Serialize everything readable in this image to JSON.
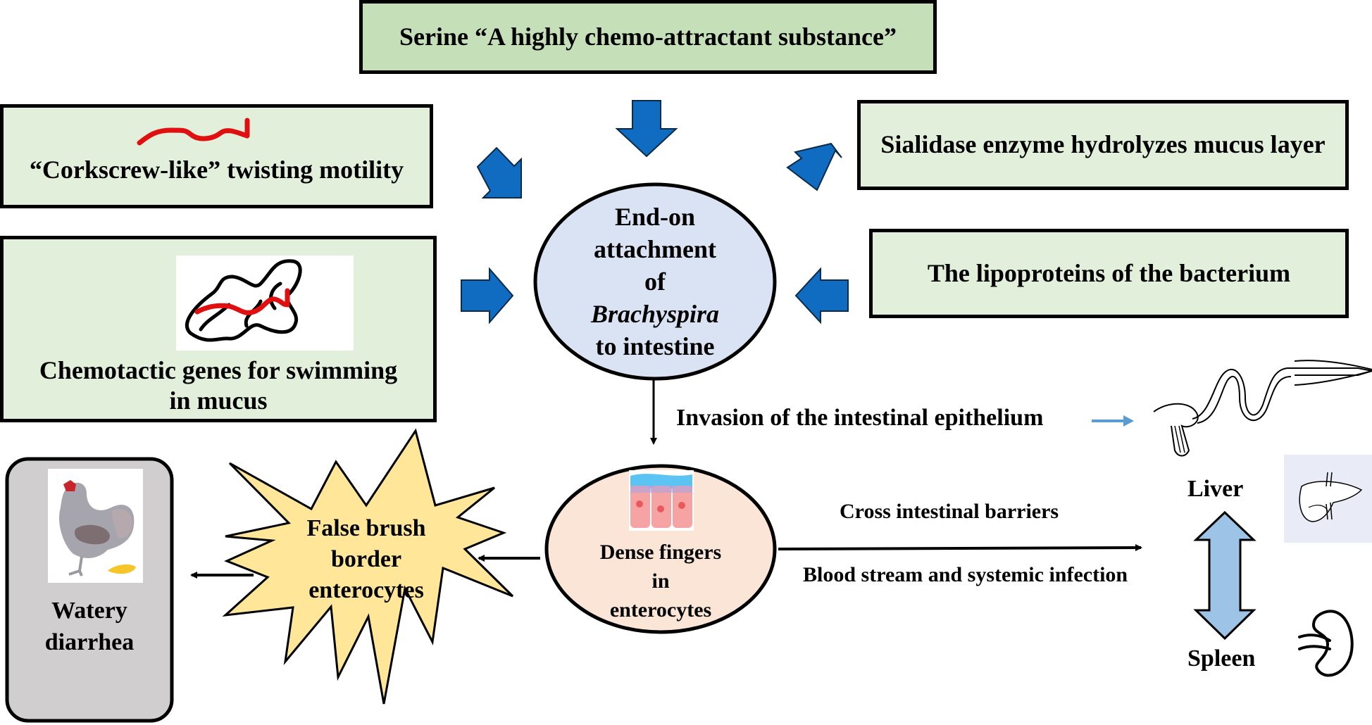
{
  "title_box": {
    "text": "Serine “A highly chemo-attractant substance”"
  },
  "left_boxes": [
    {
      "text": "“Corkscrew-like” twisting motility",
      "icon": "spirochete-icon"
    },
    {
      "text_line1": "Chemotactic genes for swimming",
      "text_line2": "in mucus",
      "icon": "mucus-swimming-icon"
    }
  ],
  "right_boxes": [
    {
      "text": "Sialidase enzyme hydrolyzes mucus layer"
    },
    {
      "text": "The lipoproteins of the bacterium"
    }
  ],
  "center_node": {
    "lines": [
      "End-on",
      "attachment",
      "of"
    ],
    "italic_line": "Brachyspira",
    "last_line": "to intestine"
  },
  "invasion_label": "Invasion of the intestinal epithelium",
  "enterocyte_node": {
    "lines": [
      "Dense fingers",
      "in",
      "enterocytes"
    ],
    "icon": "enterocyte-cells-icon"
  },
  "false_brush_node": {
    "lines": [
      "False brush",
      "border",
      "enterocytes"
    ]
  },
  "diarrhea_node": {
    "lines": [
      "Watery",
      "diarrhea"
    ],
    "icon": "chicken-icon"
  },
  "systemic_path": {
    "upper_label": "Cross intestinal barriers",
    "lower_label": "Blood stream and systemic infection"
  },
  "organs": {
    "liver_label": "Liver",
    "spleen_label": "Spleen",
    "liver_icon": "liver-icon",
    "spleen_icon": "spleen-icon",
    "intestine_icon": "intestine-icon"
  },
  "colors": {
    "arrow_blue": "#0f6cc0",
    "center_fill": "#dae3f3",
    "enterocyte_fill": "#fbe5d6",
    "star_fill": "#ffe699",
    "diarrhea_fill": "#d0cece",
    "box_green_strong": "#c5e0b8",
    "box_green_light": "#e2efdb",
    "double_arrow_fill": "#9dc3e6",
    "invasion_arrow": "#5b9bd5"
  }
}
